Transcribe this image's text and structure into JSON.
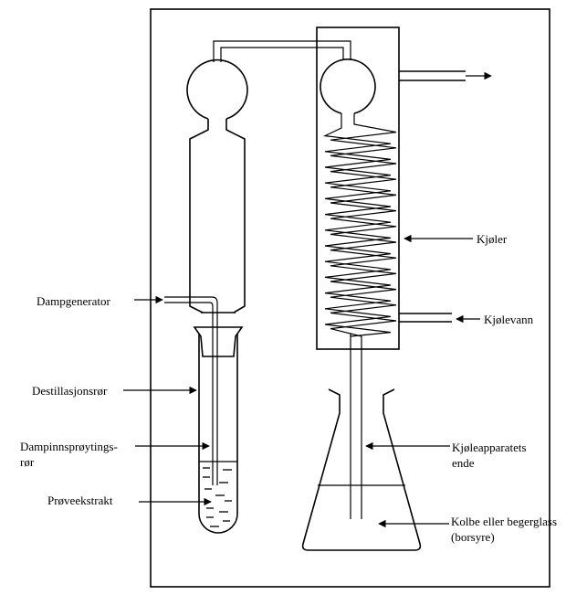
{
  "labels": {
    "steam_generator": "Dampgenerator",
    "distillation_tube": "Destillasjonsrør",
    "steam_injection_tube_line1": "Dampinnsprøytings-",
    "steam_injection_tube_line2": "rør",
    "sample_extract": "Prøveekstrakt",
    "condenser": "Kjøler",
    "cooling_water": "Kjølevann",
    "condenser_end_line1": "Kjøleapparatets",
    "condenser_end_line2": "ende",
    "flask_line1": "Kolbe eller begerglass",
    "flask_line2": "(borsyre)"
  }
}
